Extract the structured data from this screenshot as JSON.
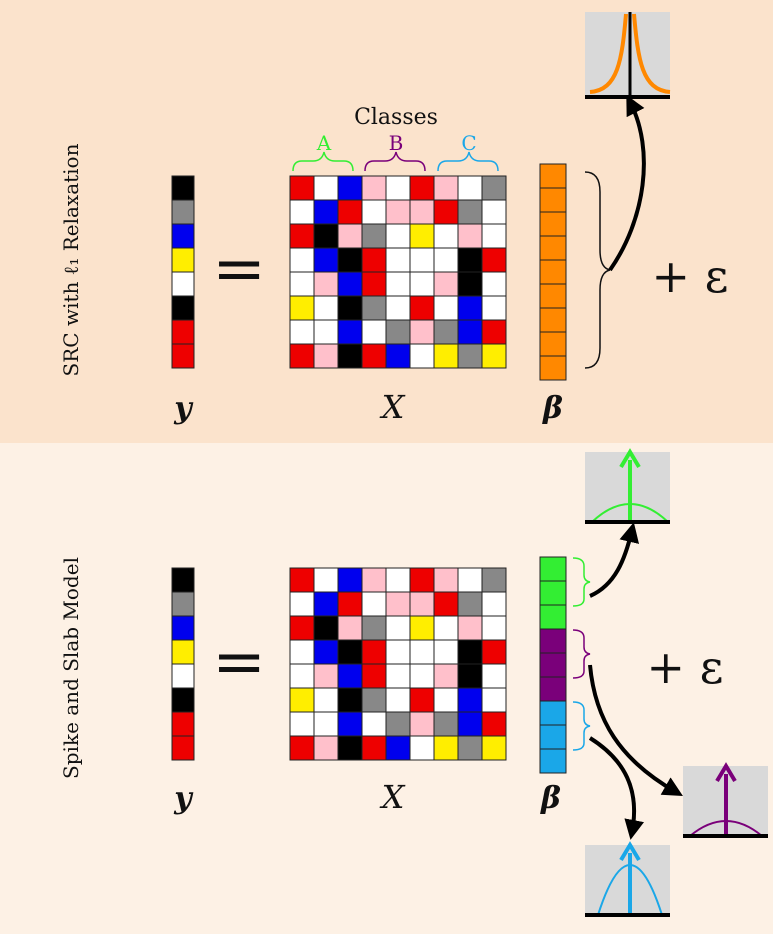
{
  "colors": {
    "panel_top": "#fbe3cc",
    "panel_bottom": "#fdf1e5",
    "red": "#ee0000",
    "white": "#ffffff",
    "blue": "#0000ee",
    "pink": "#ffc0cb",
    "black": "#000000",
    "gray": "#888888",
    "yellow": "#ffee00",
    "orange": "#ff8800",
    "green": "#33ee33",
    "purple": "#7a007a",
    "cyan": "#1aa7e8",
    "plot_bg": "#d9d9d9"
  },
  "top_panel": {
    "title": "SRC with ℓ₁ Relaxation",
    "classes_label": "Classes",
    "class_labels": [
      "A",
      "B",
      "C"
    ],
    "y_label": "y",
    "x_label": "X",
    "beta_label": "β",
    "equals": "=",
    "noise": "+ ε"
  },
  "bottom_panel": {
    "title": "Spike and Slab Model",
    "y_label": "y",
    "x_label": "X",
    "beta_label": "β",
    "equals": "=",
    "noise": "+ ε"
  },
  "y_vector": [
    "black",
    "gray",
    "blue",
    "yellow",
    "white",
    "black",
    "red",
    "red"
  ],
  "x_matrix": [
    [
      "red",
      "white",
      "blue",
      "pink",
      "white",
      "red",
      "pink",
      "white",
      "gray"
    ],
    [
      "white",
      "blue",
      "red",
      "white",
      "pink",
      "pink",
      "red",
      "gray",
      "white"
    ],
    [
      "red",
      "black",
      "pink",
      "gray",
      "white",
      "yellow",
      "white",
      "pink",
      "white"
    ],
    [
      "white",
      "blue",
      "black",
      "red",
      "white",
      "white",
      "white",
      "black",
      "red"
    ],
    [
      "white",
      "pink",
      "blue",
      "red",
      "white",
      "white",
      "pink",
      "black",
      "white"
    ],
    [
      "yellow",
      "white",
      "black",
      "gray",
      "white",
      "red",
      "white",
      "blue",
      "white"
    ],
    [
      "white",
      "white",
      "blue",
      "white",
      "gray",
      "pink",
      "gray",
      "blue",
      "red"
    ],
    [
      "red",
      "pink",
      "black",
      "red",
      "blue",
      "white",
      "yellow",
      "gray",
      "yellow"
    ]
  ],
  "beta_top": [
    "orange",
    "orange",
    "orange",
    "orange",
    "orange",
    "orange",
    "orange",
    "orange",
    "orange"
  ],
  "beta_bottom": [
    "green",
    "green",
    "green",
    "purple",
    "purple",
    "purple",
    "cyan",
    "cyan",
    "cyan"
  ]
}
